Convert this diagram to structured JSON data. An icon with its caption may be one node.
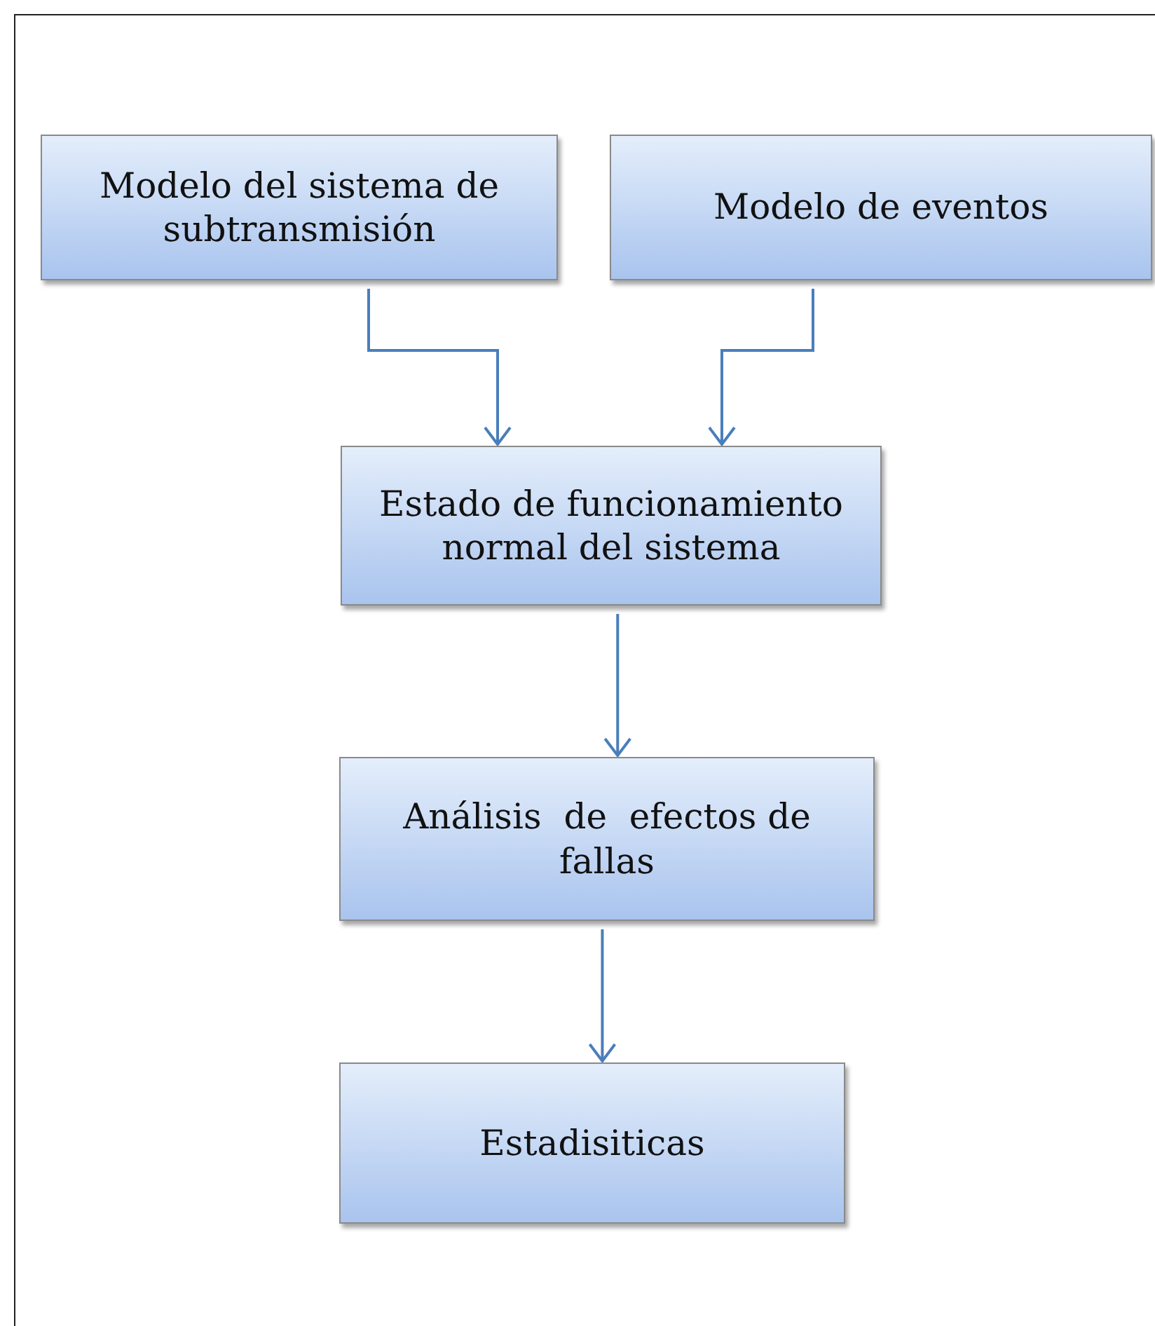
{
  "diagram": {
    "nodes": [
      {
        "text": [
          "Modelo del sistema de subtransmisión"
        ]
      },
      {
        "text": [
          "Modelo de eventos"
        ]
      },
      {
        "text": [
          "Estado de funcionamiento normal del sistema"
        ]
      },
      {
        "text": [
          "Análisis  de  efectos de fallas"
        ]
      },
      {
        "text": [
          "Estadisiticas"
        ]
      }
    ],
    "edges": [
      {
        "from": 0,
        "to": 2,
        "arrow": "to"
      },
      {
        "from": 1,
        "to": 2,
        "arrow": "to"
      },
      {
        "from": 2,
        "to": 3,
        "arrow": "to"
      },
      {
        "from": 3,
        "to": 4,
        "arrow": "to"
      }
    ]
  }
}
